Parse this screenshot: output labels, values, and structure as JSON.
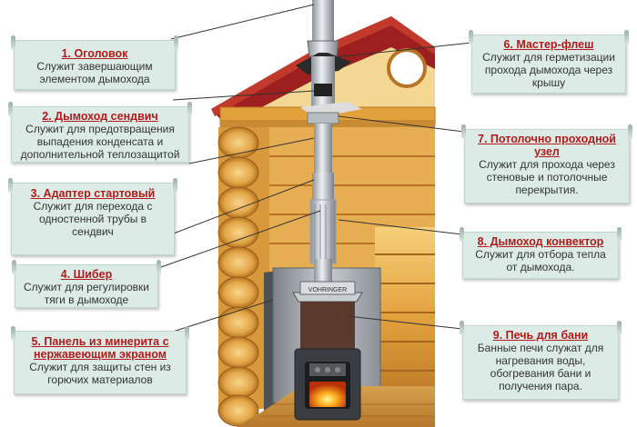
{
  "callouts": [
    {
      "title": "1. Оголовок",
      "desc": "Служит завершающим элементом дымохода"
    },
    {
      "title": "2. Дымоход сендвич",
      "desc": "Служит для предотвращения выпадения конденсата и дополнительной теплозащитой"
    },
    {
      "title": "3. Адаптер стартовый",
      "desc": "Служит для перехода с одностенной трубы в сендвич"
    },
    {
      "title": "4. Шибер",
      "desc": "Служит для регулировки тяги в дымоходе"
    },
    {
      "title": "5. Панель из минерита с нержавеющим экраном",
      "desc": "Служит для защиты стен из горючих материалов"
    },
    {
      "title": "6. Мастер-флеш",
      "desc": "Служит для герметизации прохода дымохода через крышу"
    },
    {
      "title": "7. Потолочно проходной узел",
      "desc": "Служит для прохода через стеновые и потолочные перекрытия."
    },
    {
      "title": "8. Дымоход конвектор",
      "desc": "Служит для отбора тепла от дымохода."
    },
    {
      "title": "9. Печь для бани",
      "desc": "Банные печи служат для нагревания воды, обогревания бани и получения пара."
    }
  ],
  "stove_brand": "VOHRINGER",
  "colors": {
    "roof": "#9e1f1f",
    "wood": "#e3a13c",
    "note_bg": "#dcebe6",
    "title": "#b31b1b"
  }
}
